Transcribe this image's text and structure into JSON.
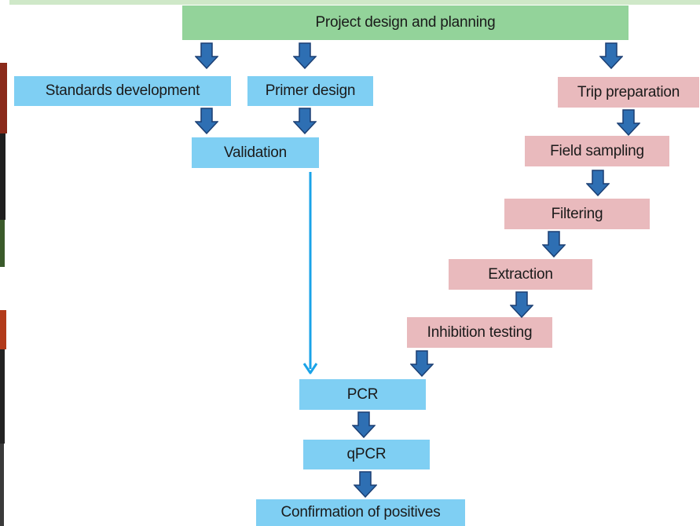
{
  "boxes": {
    "project": "Project design and planning",
    "standards": "Standards development",
    "primer": "Primer design",
    "validation": "Validation",
    "trip": "Trip preparation",
    "field": "Field sampling",
    "filtering": "Filtering",
    "extraction": "Extraction",
    "inhibition": "Inhibition testing",
    "pcr": "PCR",
    "qpcr": "qPCR",
    "confirmation": "Confirmation of positives"
  },
  "colors": {
    "green": "#93d39a",
    "blue": "#7fcff3",
    "pink": "#e9babd",
    "arrow_fill": "#2e6fb3",
    "arrow_stroke": "#1b3f73",
    "connector": "#1aa3e8"
  }
}
